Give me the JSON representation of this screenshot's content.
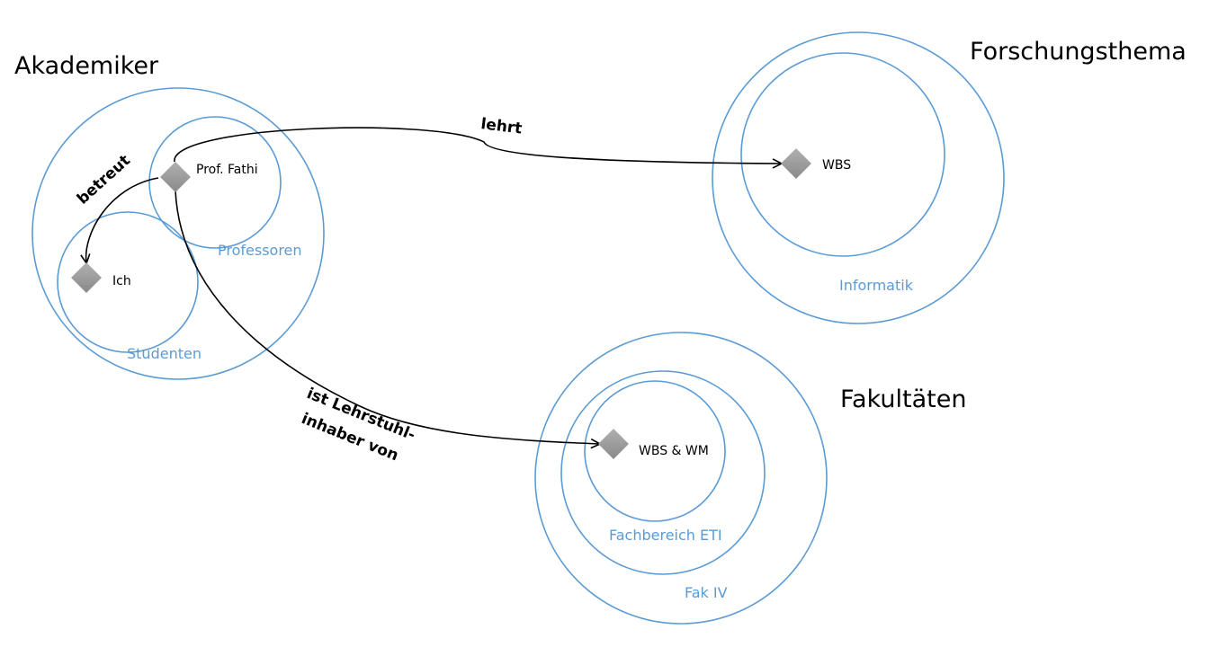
{
  "groups": {
    "akademiker": "Akademiker",
    "forschungsthema": "Forschungsthema",
    "fakultaeten": "Fakultäten"
  },
  "sets": {
    "professoren": "Professoren",
    "studenten": "Studenten",
    "informatik": "Informatik",
    "fachbereich": "Fachbereich ETI",
    "fak": "Fak IV"
  },
  "nodes": {
    "prof": "Prof. Fathi",
    "ich": "Ich",
    "wbs": "WBS",
    "wbs_wm": "WBS & WM"
  },
  "relations": {
    "lehrt": "lehrt",
    "betreut": "betreut",
    "lehrstuhl_line1": "ist Lehrstuhl-",
    "lehrstuhl_line2": "inhaber von"
  },
  "colors": {
    "set_stroke": "#5b9bd5",
    "set_label": "#5b9bd5",
    "node_fill": "#9a9a9a",
    "arrow": "#000000"
  }
}
